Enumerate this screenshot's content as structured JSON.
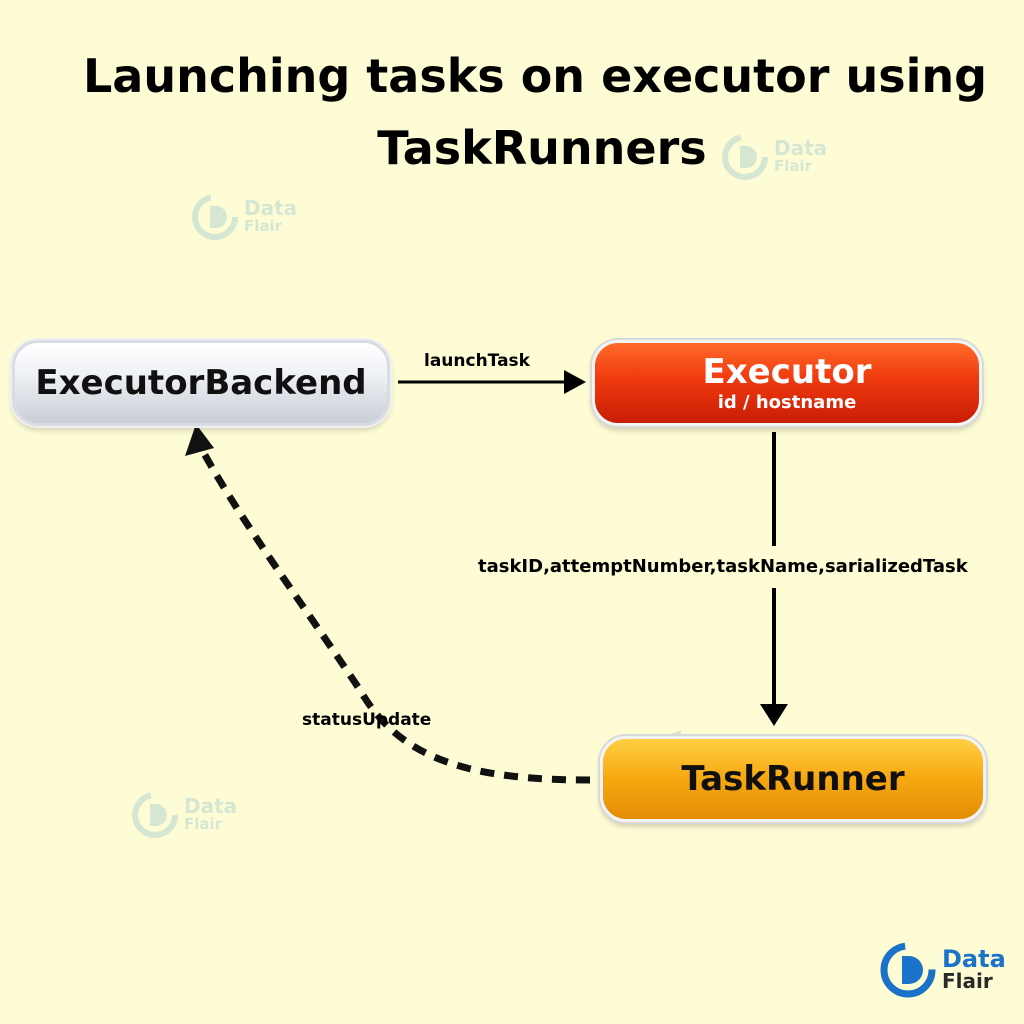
{
  "title": {
    "line1": "Launching tasks on executor using",
    "line2": "TaskRunners"
  },
  "nodes": {
    "backend": {
      "label": "ExecutorBackend",
      "color": "#e8ebf0"
    },
    "executor": {
      "label": "Executor",
      "sublabel": "id / hostname",
      "color": "#f03a0e"
    },
    "runner": {
      "label": "TaskRunner",
      "color": "#f7a810"
    }
  },
  "edges": {
    "launch": {
      "label": "launchTask",
      "style": "solid"
    },
    "params": {
      "label": "taskID,attemptNumber,taskName,sarializedTask",
      "style": "solid"
    },
    "status": {
      "label": "statusUpdate",
      "style": "dashed"
    }
  },
  "watermark": {
    "name_top": "Data",
    "name_bottom": "Flair",
    "icon": "dataflair-logo-icon"
  },
  "logo": {
    "name_top": "Data",
    "name_bottom": "Flair",
    "icon": "dataflair-logo-icon",
    "color": "#1a73c8"
  }
}
